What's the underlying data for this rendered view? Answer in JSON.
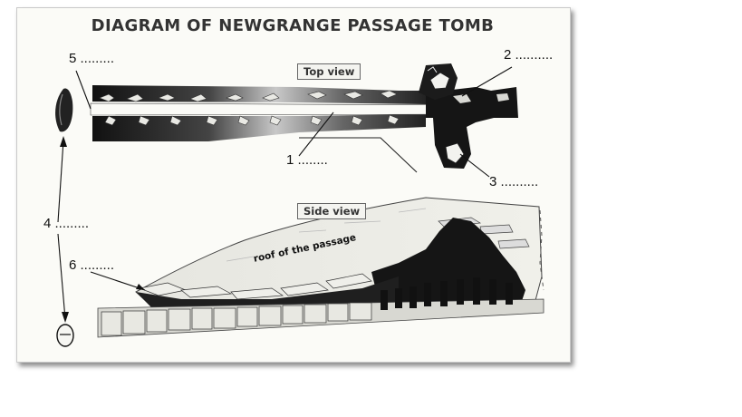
{
  "title": "DIAGRAM OF NEWGRANGE PASSAGE TOMB",
  "views": {
    "top": "Top view",
    "side": "Side view"
  },
  "annotation": "roof of the passage",
  "labels": [
    {
      "id": "1",
      "text": "1 ........"
    },
    {
      "id": "2",
      "text": "2 .........."
    },
    {
      "id": "3",
      "text": "3 .........."
    },
    {
      "id": "4",
      "text": "4 ........."
    },
    {
      "id": "5",
      "text": "5 ........."
    },
    {
      "id": "6",
      "text": "6 ........."
    }
  ]
}
